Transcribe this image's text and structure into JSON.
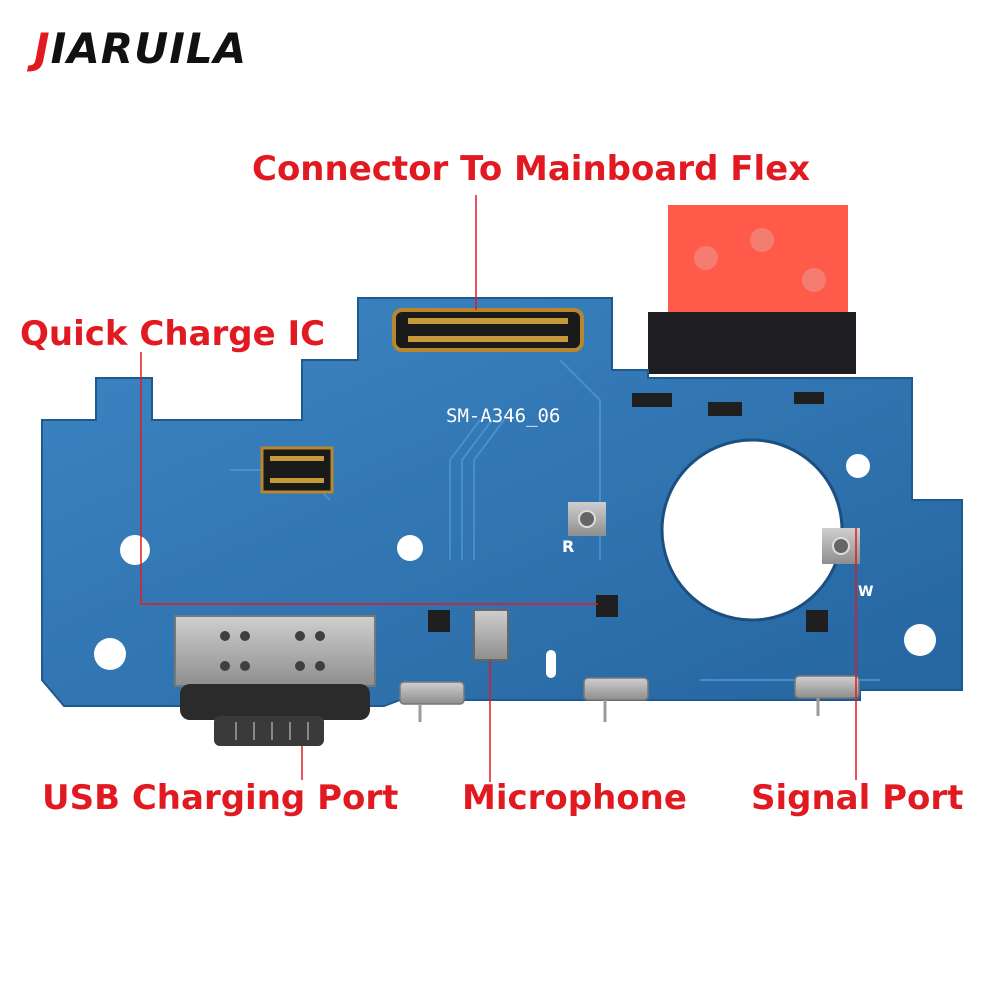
{
  "brand": {
    "first_letter": "J",
    "rest": "IARUILA"
  },
  "board": {
    "silkscreen": "SM-A346_06",
    "mark_r": "R",
    "mark_w": "W"
  },
  "labels": {
    "connector": "Connector To Mainboard Flex",
    "quick_charge": "Quick Charge IC",
    "usb": "USB Charging Port",
    "microphone": "Microphone",
    "signal": "Signal Port"
  },
  "colors": {
    "label_red": "#e11a22",
    "pcb_blue": "#2f74b0",
    "flex_red": "#ff5a4a",
    "gold": "#b8862c"
  }
}
